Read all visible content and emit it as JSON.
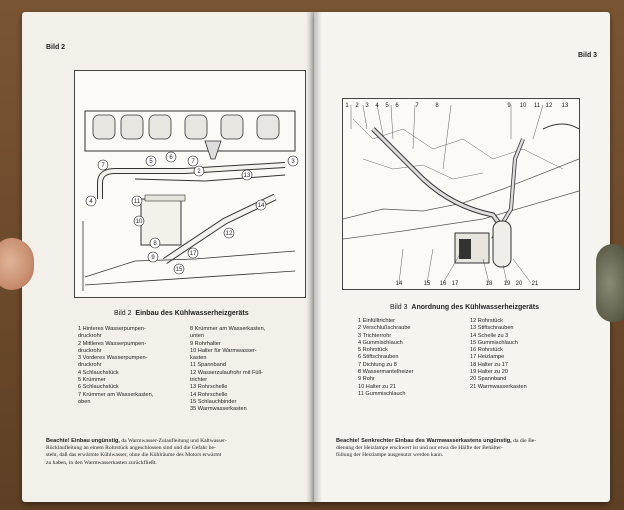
{
  "left_page": {
    "header": "Bild 2",
    "caption_prefix": "Bild 2",
    "caption_title": "Einbau des Kühlwasserheizgeräts",
    "legend_col1": [
      "1  Hinteres Wasserpumpen-",
      "    druckrohr",
      "2  Mittleres Wasserpumpen-",
      "    druckrohr",
      "3  Vorderes Wasserpumpen-",
      "    druckrohr",
      "4  Schlauchstück",
      "5  Krümmer",
      "6  Schlauchstück",
      "7  Krümmer am Wasserkasten,",
      "    oben"
    ],
    "legend_col2": [
      "8  Krümmer am Wasserkasten,",
      "    unten",
      "9  Rohrhalter",
      "10  Halter für Warmwasser-",
      "      kasten",
      "11  Spannband",
      "12  Wasserzulaufrohr mit Füll-",
      "      trichter",
      "13  Rohrschelle",
      "14  Rohrschelle",
      "15  Schlauchbinder",
      "35  Warmwasserkasten"
    ],
    "note_label": "Beachte! Einbau ungünstig,",
    "note_text": [
      "da Warmwasser-Zulaufleitung und Kaltwasser-",
      "Rücklaufleitung an einem Rohrstück angeschlossen sind und die Gefahr be-",
      "steht, daß das erwärmte Kühlwasser, ohne die Kühlräume des Motors erwärmt",
      "zu haben, in den Warmwasserkasten zurückfließt."
    ],
    "figure_labels": [
      "7",
      "5",
      "6",
      "7",
      "2",
      "3",
      "4",
      "11",
      "10",
      "12",
      "8",
      "9",
      "17",
      "15",
      "14",
      "13"
    ]
  },
  "right_page": {
    "header": "Bild 3",
    "caption_prefix": "Bild 3",
    "caption_title": "Anordnung des Kühlwasserheizgeräts",
    "legend_col1": [
      "1  Einfülltrichter",
      "2  Verschlußschraube",
      "3  Trichterrohr",
      "4  Gummischlauch",
      "5  Rohrstück",
      "6  Stiftschrauben",
      "7  Dichtung zu 8",
      "8  Wassermantelheizer",
      "9  Rohr",
      "10  Halter zu 21",
      "11  Gummischlauch"
    ],
    "legend_col2": [
      "12  Rohrstück",
      "13  Stiftschrauben",
      "14  Schelle zu 3",
      "15  Gummischlauch",
      "16  Rohrstück",
      "17  Heizlampe",
      "18  Halter zu 17",
      "19  Halter zu 20",
      "20  Spannband",
      "21  Warmwasserkasten"
    ],
    "note_label": "Beachte! Senkrechter Einbau des Warmwasserkastens ungünstig,",
    "note_text": [
      "da die Be-",
      "dienung der Heizlampe erschwert ist und nur etwa die Hälfte der Behälter-",
      "füllung der Heizlampe ausgenutzt werden kann."
    ],
    "figure_top_labels": [
      "1",
      "2",
      "3",
      "4",
      "5",
      "6",
      "7",
      "8",
      "9",
      "10",
      "11",
      "12",
      "13"
    ],
    "figure_bottom_labels": [
      "14",
      "15",
      "16",
      "17",
      "18",
      "19",
      "20",
      "21"
    ]
  }
}
